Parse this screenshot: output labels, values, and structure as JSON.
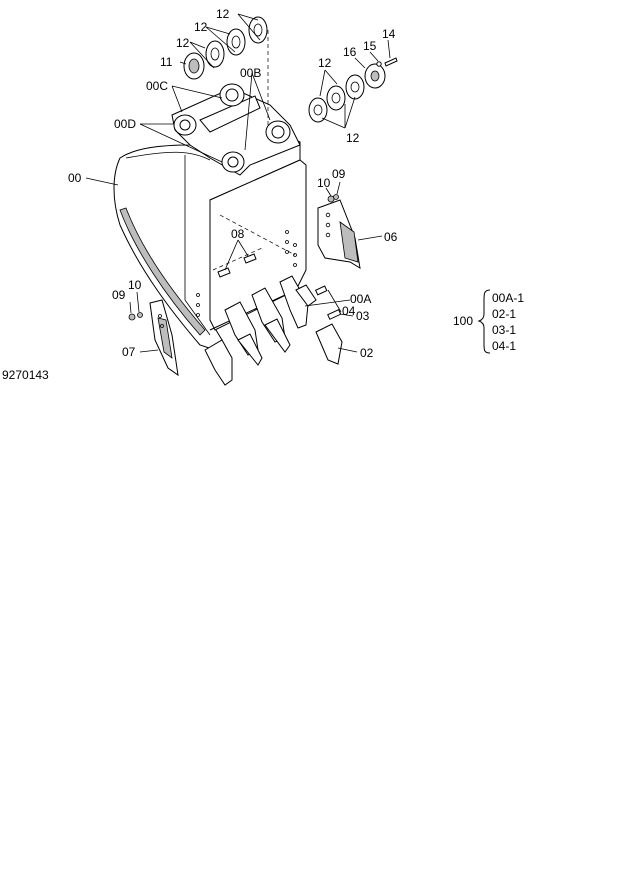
{
  "drawing_number": "9270143",
  "callouts": {
    "c00": "00",
    "c00A": "00A",
    "c00B": "00B",
    "c00C": "00C",
    "c00D": "00D",
    "c02": "02",
    "c03": "03",
    "c04": "04",
    "c06": "06",
    "c07": "07",
    "c08": "08",
    "c09_right": "09",
    "c09_left": "09",
    "c10_right": "10",
    "c10_left": "10",
    "c11": "11",
    "c12_a": "12",
    "c12_b": "12",
    "c12_c": "12",
    "c12_d": "12",
    "c12_e": "12",
    "c14": "14",
    "c15": "15",
    "c16": "16"
  },
  "kit": {
    "number": "100",
    "items": [
      "00A-1",
      "02-1",
      "03-1",
      "04-1"
    ]
  }
}
